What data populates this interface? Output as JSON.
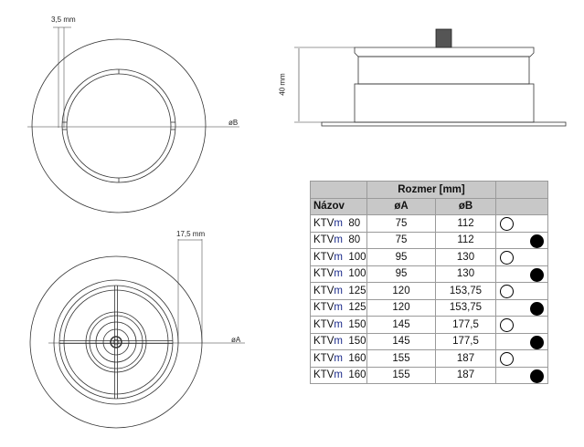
{
  "drawing": {
    "top_view_dim": "3,5 mm",
    "top_view_diameter": "øB",
    "bottom_view_dim": "17,5 mm",
    "bottom_view_diameter": "øA",
    "side_view_height": "40 mm"
  },
  "table": {
    "group_header": "Rozmer [mm]",
    "columns": [
      "Názov",
      "øA",
      "øB",
      ""
    ],
    "rows": [
      {
        "prefix": "KTV",
        "suffix": "m",
        "size": "80",
        "a": "75",
        "b": "112",
        "marker": "open-circle"
      },
      {
        "prefix": "KTV",
        "suffix": "m",
        "size": "80",
        "a": "75",
        "b": "112",
        "marker": "filled-circle"
      },
      {
        "prefix": "KTV",
        "suffix": "m",
        "size": "100",
        "a": "95",
        "b": "130",
        "marker": "open-circle"
      },
      {
        "prefix": "KTV",
        "suffix": "m",
        "size": "100",
        "a": "95",
        "b": "130",
        "marker": "filled-circle"
      },
      {
        "prefix": "KTV",
        "suffix": "m",
        "size": "125",
        "a": "120",
        "b": "153,75",
        "marker": "open-circle"
      },
      {
        "prefix": "KTV",
        "suffix": "m",
        "size": "125",
        "a": "120",
        "b": "153,75",
        "marker": "filled-circle"
      },
      {
        "prefix": "KTV",
        "suffix": "m",
        "size": "150",
        "a": "145",
        "b": "177,5",
        "marker": "open-circle"
      },
      {
        "prefix": "KTV",
        "suffix": "m",
        "size": "150",
        "a": "145",
        "b": "177,5",
        "marker": "filled-circle"
      },
      {
        "prefix": "KTV",
        "suffix": "m",
        "size": "160",
        "a": "155",
        "b": "187",
        "marker": "open-circle"
      },
      {
        "prefix": "KTV",
        "suffix": "m",
        "size": "160",
        "a": "155",
        "b": "187",
        "marker": "filled-circle"
      }
    ]
  }
}
